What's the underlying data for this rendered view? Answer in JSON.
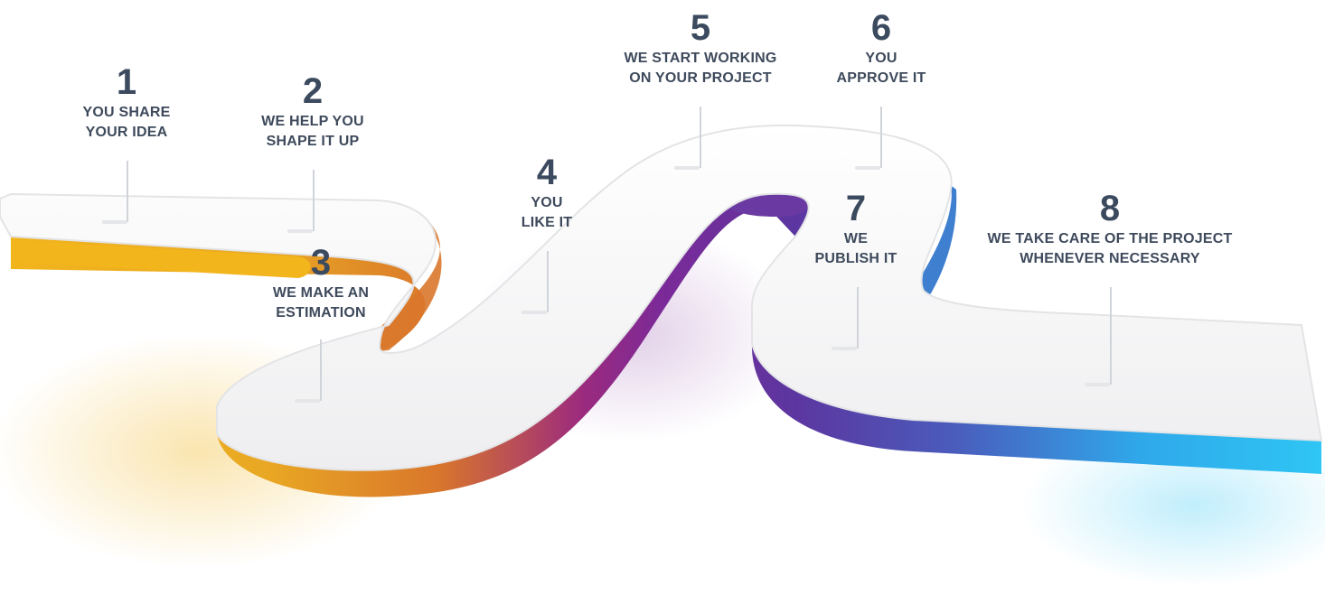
{
  "steps": [
    {
      "number": "1",
      "line1": "YOU SHARE",
      "line2": "YOUR IDEA"
    },
    {
      "number": "2",
      "line1": "WE HELP YOU",
      "line2": "SHAPE IT UP"
    },
    {
      "number": "3",
      "line1": "WE MAKE AN",
      "line2": "ESTIMATION"
    },
    {
      "number": "4",
      "line1": "YOU",
      "line2": "LIKE IT"
    },
    {
      "number": "5",
      "line1": "WE START WORKING",
      "line2": "ON YOUR PROJECT"
    },
    {
      "number": "6",
      "line1": "YOU",
      "line2": "APPROVE IT"
    },
    {
      "number": "7",
      "line1": "WE",
      "line2": "PUBLISH IT"
    },
    {
      "number": "8",
      "line1": "WE TAKE CARE OF THE PROJECT",
      "line2": "WHENEVER NECESSARY"
    }
  ],
  "colors": {
    "yellow": "#f2b51c",
    "orange": "#d9772b",
    "purple": "#7b2a98",
    "violet": "#5a3aa0",
    "blue": "#2fc6f4",
    "road_top": "#f7f7f8",
    "road_edge": "#e3e4e6",
    "text": "#3b4a5e"
  }
}
